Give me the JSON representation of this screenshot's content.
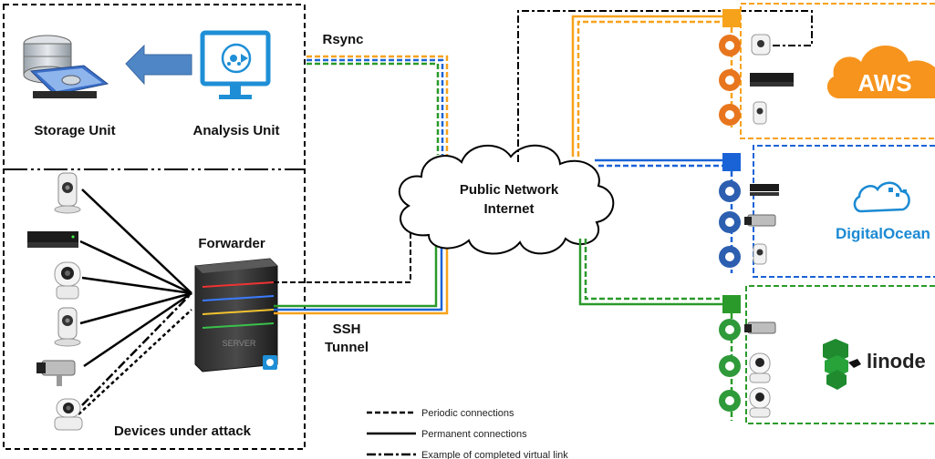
{
  "labels": {
    "storage_unit": "Storage Unit",
    "analysis_unit": "Analysis Unit",
    "rsync": "Rsync",
    "forwarder": "Forwarder",
    "ssh": "SSH",
    "tunnel": "Tunnel",
    "devices": "Devices under attack",
    "cloud_line1": "Public Network",
    "cloud_line2": "Internet",
    "server_text": "SERVER"
  },
  "providers": {
    "aws": "AWS",
    "digitalocean": "DigitalOcean",
    "linode": "linode"
  },
  "legend": {
    "periodic": "Periodic connections",
    "permanent": "Permanent connections",
    "virtual": "Example of completed virtual link"
  },
  "colors": {
    "aws": "#f7a21b",
    "digitalocean": "#1a63d6",
    "linode": "#2a9a2a",
    "honeypot_orange": "#e8761e",
    "honeypot_blue": "#2c5fb0",
    "honeypot_green": "#2f9a3a",
    "arrow": "#4f86c6",
    "monitor": "#1e8fd6"
  }
}
